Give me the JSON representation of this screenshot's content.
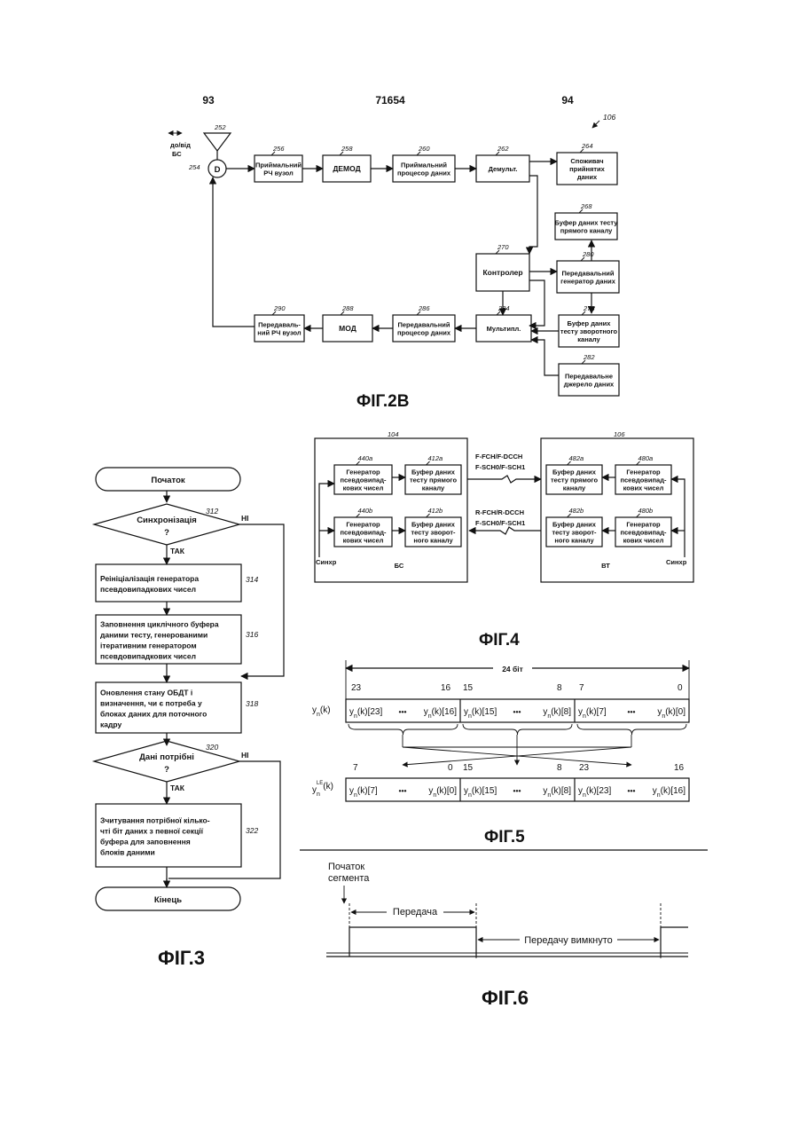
{
  "header": {
    "left_page": "93",
    "patent_number": "71654",
    "right_page": "94"
  },
  "fig2b": {
    "caption": "ФІГ.2В",
    "ref_main": "106",
    "to_from": [
      "до/від",
      "БС"
    ],
    "antenna_ref": "252",
    "duplexer_label": "D",
    "duplexer_ref": "254",
    "blocks": {
      "rx_rf": {
        "ref": "256",
        "lines": [
          "Приймальний",
          "РЧ вузол"
        ]
      },
      "demod": {
        "ref": "258",
        "lines": [
          "ДЕМОД"
        ]
      },
      "rx_proc": {
        "ref": "260",
        "lines": [
          "Приймальний",
          "процесор даних"
        ]
      },
      "demux": {
        "ref": "262",
        "lines": [
          "Демульт."
        ]
      },
      "consumer": {
        "ref": "264",
        "lines": [
          "Споживач",
          "прийнятих",
          "даних"
        ]
      },
      "fwd_buffer": {
        "ref": "268",
        "lines": [
          "Буфер даних тесту",
          "прямого каналу"
        ]
      },
      "controller": {
        "ref": "270",
        "lines": [
          "Контролер"
        ]
      },
      "tx_gen": {
        "ref": "280",
        "lines": [
          "Передавальний",
          "генератор даних"
        ]
      },
      "rev_buffer": {
        "ref": "278",
        "lines": [
          "Буфер даних",
          "тесту зворотного",
          "каналу"
        ]
      },
      "mux": {
        "ref": "284",
        "lines": [
          "Мультипл."
        ]
      },
      "tx_proc": {
        "ref": "286",
        "lines": [
          "Передавальний",
          "процесор даних"
        ]
      },
      "mod": {
        "ref": "288",
        "lines": [
          "МОД"
        ]
      },
      "tx_rf": {
        "ref": "290",
        "lines": [
          "Передаваль-",
          "ний РЧ вузол"
        ]
      },
      "tx_source": {
        "ref": "282",
        "lines": [
          "Передавальне",
          "джерело даних"
        ]
      }
    }
  },
  "fig3": {
    "caption": "ФІГ.3",
    "start": "Початок",
    "end": "Кінець",
    "d312": {
      "ref": "312",
      "lines": [
        "Синхронізація",
        "?"
      ],
      "yes": "ТАК",
      "no": "НІ"
    },
    "s314": {
      "ref": "314",
      "lines": [
        "Реініціалізація генератора",
        "псевдовипадкових чисел"
      ]
    },
    "s316": {
      "ref": "316",
      "lines": [
        "Заповнення циклічного буфера",
        "даними тесту, генерованими",
        "ітеративним генератором",
        "псевдовипадкових чисел"
      ]
    },
    "s318": {
      "ref": "318",
      "lines": [
        "Оновлення стану ОБДТ і",
        "визначення, чи є потреба у",
        "блоках даних для поточного",
        "кадру"
      ]
    },
    "d320": {
      "ref": "320",
      "lines": [
        "Дані потрібні",
        "?"
      ],
      "yes": "ТАК",
      "no": "НІ"
    },
    "s322": {
      "ref": "322",
      "lines": [
        "Зчитування потрібної кілько-",
        "чті біт даних з певної секції",
        "буфера для заповнення",
        "блоків даними"
      ]
    }
  },
  "fig4": {
    "caption": "ФІГ.4",
    "bs": {
      "ref": "104",
      "label": "БС",
      "sync": "Синхр"
    },
    "mt": {
      "ref": "106",
      "label": "ВТ",
      "sync": "Синхр"
    },
    "g440a": {
      "ref": "440a",
      "lines": [
        "Генератор",
        "псевдовипад-",
        "кових чисел"
      ]
    },
    "b412a": {
      "ref": "412a",
      "lines": [
        "Буфер даних",
        "тесту прямого",
        "каналу"
      ]
    },
    "g440b": {
      "ref": "440b",
      "lines": [
        "Генератор",
        "псевдовипад-",
        "кових чисел"
      ]
    },
    "b412b": {
      "ref": "412b",
      "lines": [
        "Буфер даних",
        "тесту зворот-",
        "ного каналу"
      ]
    },
    "b482a": {
      "ref": "482a",
      "lines": [
        "Буфер даних",
        "тесту прямого",
        "каналу"
      ]
    },
    "g480a": {
      "ref": "480a",
      "lines": [
        "Генератор",
        "псевдовипад-",
        "кових чисел"
      ]
    },
    "b482b": {
      "ref": "482b",
      "lines": [
        "Буфер даних",
        "тесту зворот-",
        "ного каналу"
      ]
    },
    "g480b": {
      "ref": "480b",
      "lines": [
        "Генератор",
        "псевдовипад-",
        "кових чисел"
      ]
    },
    "forward_channels": [
      "F-FCH/F-DCCH",
      "F-SCH0/F-SCH1"
    ],
    "reverse_channels": [
      "R-FCH/R-DCCH",
      "F-SCH0/F-SCH1"
    ]
  },
  "fig5": {
    "caption": "ФІГ.5",
    "width_label": "24 біт",
    "top_bits": [
      "23",
      "16",
      "15",
      "8",
      "7",
      "0"
    ],
    "bot_bits": [
      "7",
      "0",
      "15",
      "8",
      "23",
      "16"
    ],
    "row1_label": {
      "base": "y",
      "sub": "n",
      "tail": "(k)"
    },
    "row2_label": {
      "base": "y",
      "sub": "n",
      "sup": "LE",
      "tail": "(k)"
    },
    "dots": "•••",
    "row1": [
      {
        "a": "[23]",
        "b": "[16]"
      },
      {
        "a": "[15]",
        "b": "[8]"
      },
      {
        "a": "[7]",
        "b": "[0]"
      }
    ],
    "row2": [
      {
        "a": "[7]",
        "b": "[0]"
      },
      {
        "a": "[15]",
        "b": "[8]"
      },
      {
        "a": "[23]",
        "b": "[16]"
      }
    ]
  },
  "fig6": {
    "caption": "ФІГ.6",
    "segment_start": [
      "Початок",
      "сегмента"
    ],
    "transmit": "Передача",
    "off": "Передачу вимкнуто"
  }
}
